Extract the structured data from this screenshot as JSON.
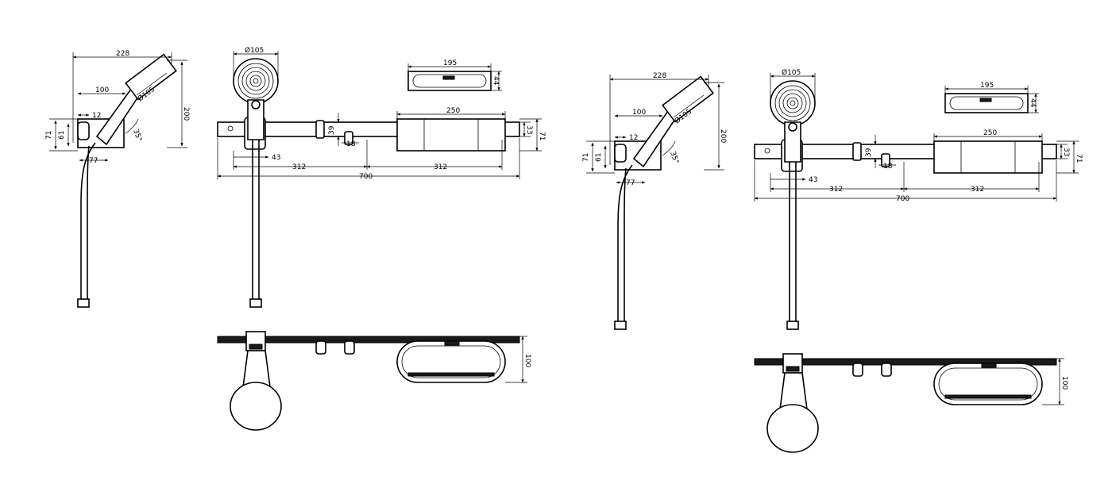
{
  "colors": {
    "line": "#000000",
    "background": "#ffffff",
    "rail_top": "#1a1a1a"
  },
  "views": [
    {
      "side": {
        "width_228": "228",
        "height_200": "200",
        "reach_100": "100",
        "head_dia": "Ø105",
        "offset_12": "12",
        "h_71": "71",
        "h_61": "61",
        "angle": "35°",
        "depth_77": "77"
      },
      "front": {
        "head_dia": "Ø105",
        "basket_width": "195",
        "basket_depth": "44",
        "shelf_width": "250",
        "gap_39": "39",
        "gap_18": "18",
        "offset_43": "43",
        "rail_33": "33",
        "rail_71": "71",
        "span_left": "312",
        "span_right": "312",
        "total": "700"
      },
      "top": {
        "depth_100": "100"
      }
    },
    {
      "side": {
        "width_228": "228",
        "height_200": "200",
        "reach_100": "100",
        "head_dia": "Ø105",
        "offset_12": "12",
        "h_71": "71",
        "h_61": "61",
        "angle": "35°",
        "depth_77": "77"
      },
      "front": {
        "head_dia": "Ø105",
        "basket_width": "195",
        "basket_depth": "44",
        "shelf_width": "250",
        "gap_39": "39",
        "gap_18": "18",
        "offset_43": "43",
        "rail_33": "33",
        "rail_71": "71",
        "span_left": "312",
        "span_right": "312",
        "total": "700"
      },
      "top": {
        "depth_100": "100"
      }
    }
  ]
}
